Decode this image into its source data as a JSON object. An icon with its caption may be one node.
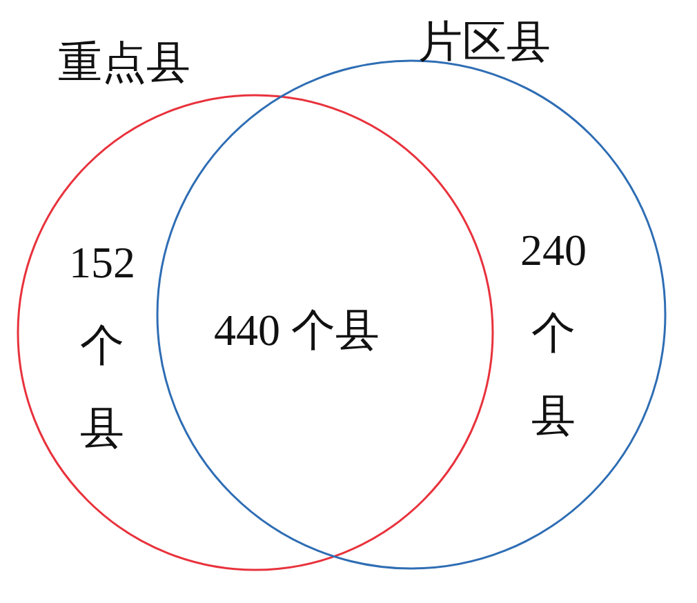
{
  "diagram": {
    "nodes": [
      {
        "text": [
          "重点县",
          "152个县"
        ]
      },
      {
        "text": [
          "片区县",
          "240个县"
        ]
      }
    ],
    "labels": [
      "440 个县"
    ]
  }
}
